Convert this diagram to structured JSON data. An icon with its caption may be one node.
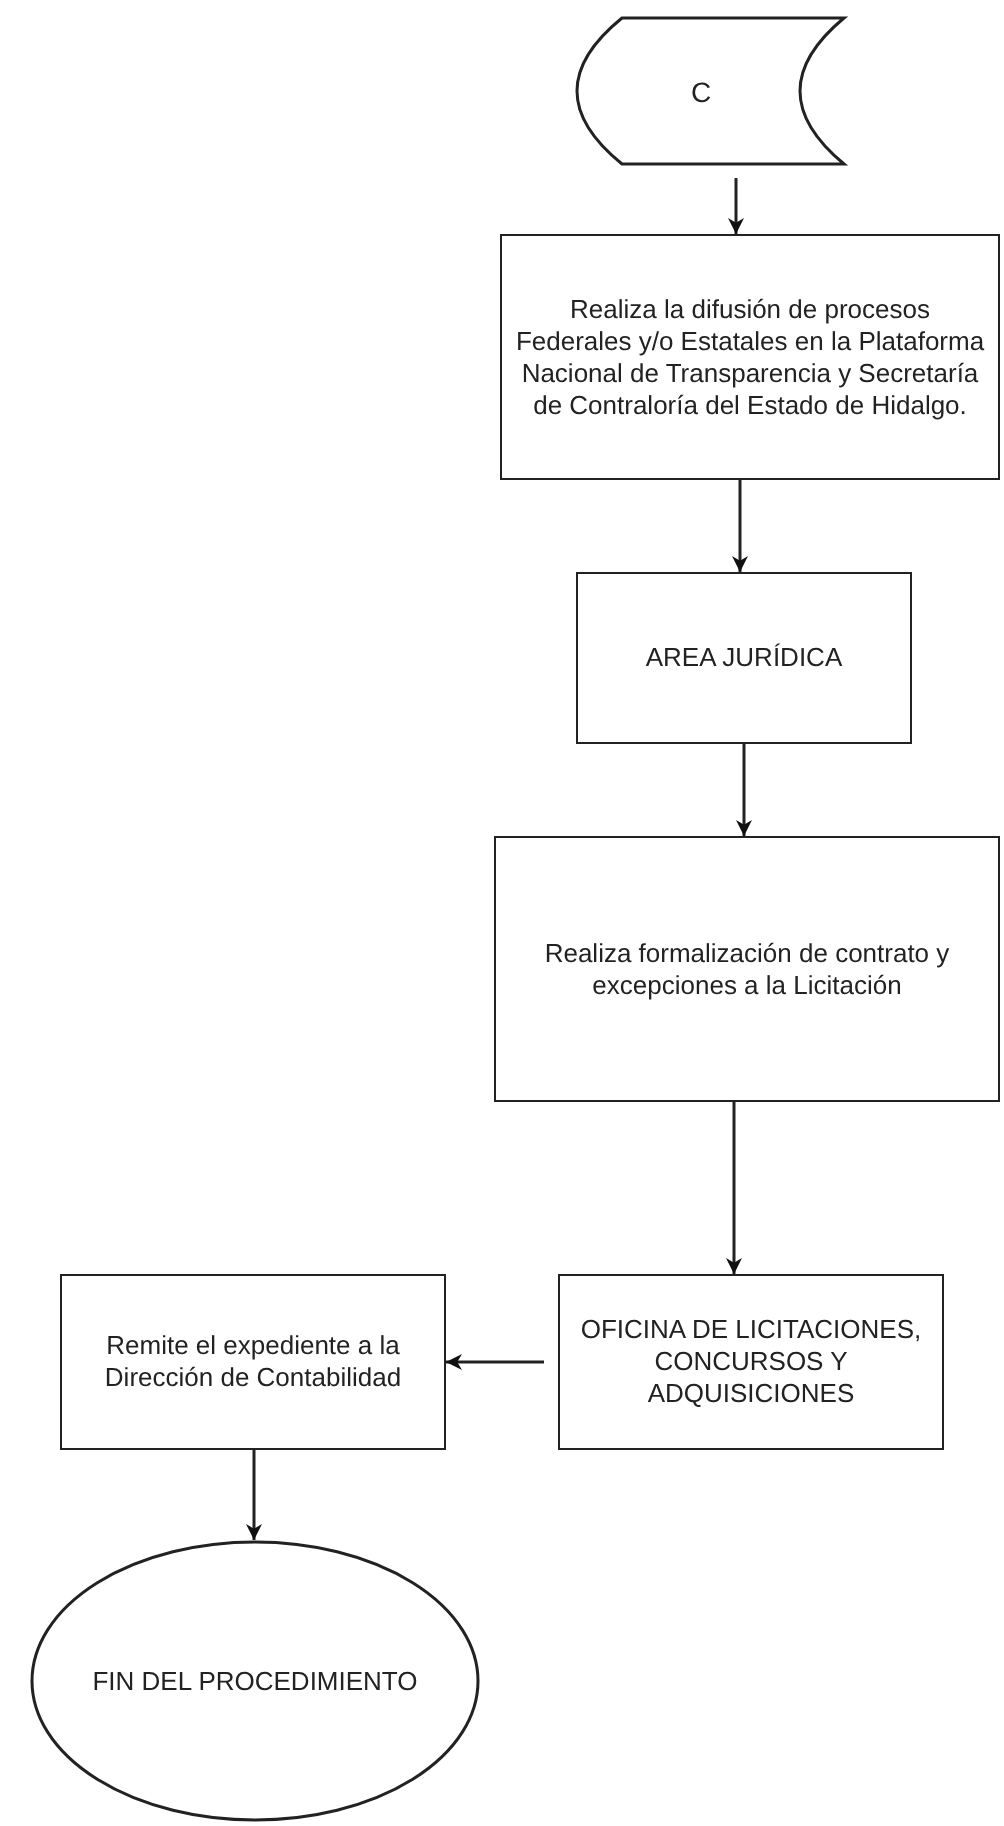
{
  "diagram": {
    "nodes": [
      {
        "text": [
          "C"
        ]
      },
      {
        "text": [
          "Realiza la difusión de procesos Federales y/o Estatales en la Plataforma Nacional de Transparencia y Secretaría de Contraloría del Estado de Hidalgo."
        ]
      },
      {
        "text": [
          "AREA JURÍDICA"
        ]
      },
      {
        "text": [
          "Realiza formalización de contrato y excepciones a la Licitación"
        ]
      },
      {
        "text": [
          "OFICINA DE LICITACIONES, CONCURSOS Y ADQUISICIONES"
        ]
      },
      {
        "text": [
          "Remite el expediente a la Dirección de Contabilidad"
        ]
      },
      {
        "text": [
          "FIN DEL PROCEDIMIENTO"
        ]
      }
    ],
    "edges": [
      {
        "from": 0,
        "to": 1,
        "arrow": "to"
      },
      {
        "from": 1,
        "to": 2,
        "arrow": "to"
      },
      {
        "from": 2,
        "to": 3,
        "arrow": "to"
      },
      {
        "from": 3,
        "to": 4,
        "arrow": "to"
      },
      {
        "from": 4,
        "to": 5,
        "arrow": "to"
      },
      {
        "from": 5,
        "to": 6,
        "arrow": "to"
      }
    ]
  }
}
